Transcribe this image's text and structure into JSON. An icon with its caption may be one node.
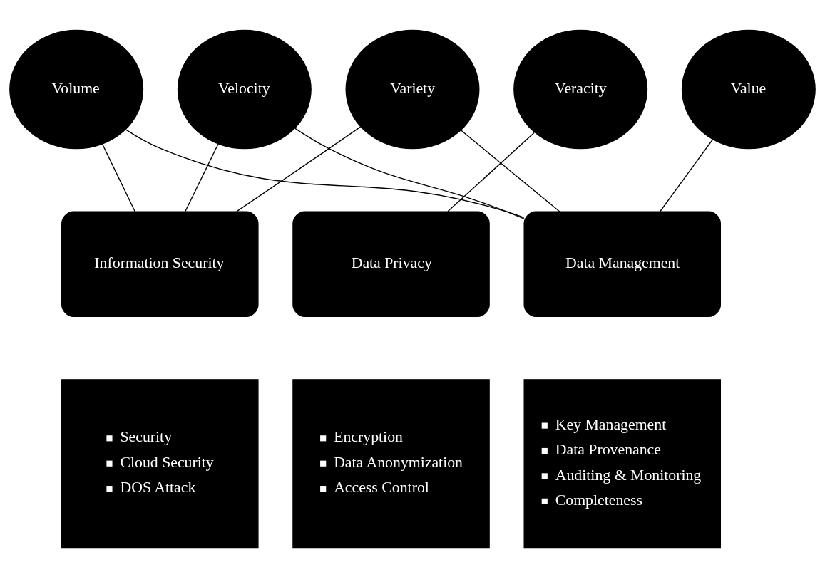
{
  "diagram": {
    "nodes": [
      {
        "text": [
          "Volume"
        ]
      },
      {
        "text": [
          "Velocity"
        ]
      },
      {
        "text": [
          "Variety"
        ]
      },
      {
        "text": [
          "Veracity"
        ]
      },
      {
        "text": [
          "Value"
        ]
      },
      {
        "text": [
          "Information Security"
        ]
      },
      {
        "text": [
          "Data Privacy"
        ]
      },
      {
        "text": [
          "Data Management"
        ]
      },
      {
        "text": [
          "Security",
          "Cloud Security",
          "DOS Attack"
        ]
      },
      {
        "text": [
          "Encryption",
          "Data Anonymization",
          "Access Control"
        ]
      },
      {
        "text": [
          "Key Management",
          "Data Provenance",
          "Auditing & Monitoring",
          "Completeness"
        ]
      }
    ],
    "edges": [
      {
        "from": 0,
        "to": 5,
        "arrow": "none"
      },
      {
        "from": 0,
        "to": 7,
        "arrow": "none"
      },
      {
        "from": 1,
        "to": 5,
        "arrow": "none"
      },
      {
        "from": 1,
        "to": 7,
        "arrow": "none"
      },
      {
        "from": 2,
        "to": 5,
        "arrow": "none"
      },
      {
        "from": 2,
        "to": 7,
        "arrow": "none"
      },
      {
        "from": 3,
        "to": 6,
        "arrow": "none"
      },
      {
        "from": 4,
        "to": 7,
        "arrow": "none"
      }
    ]
  }
}
